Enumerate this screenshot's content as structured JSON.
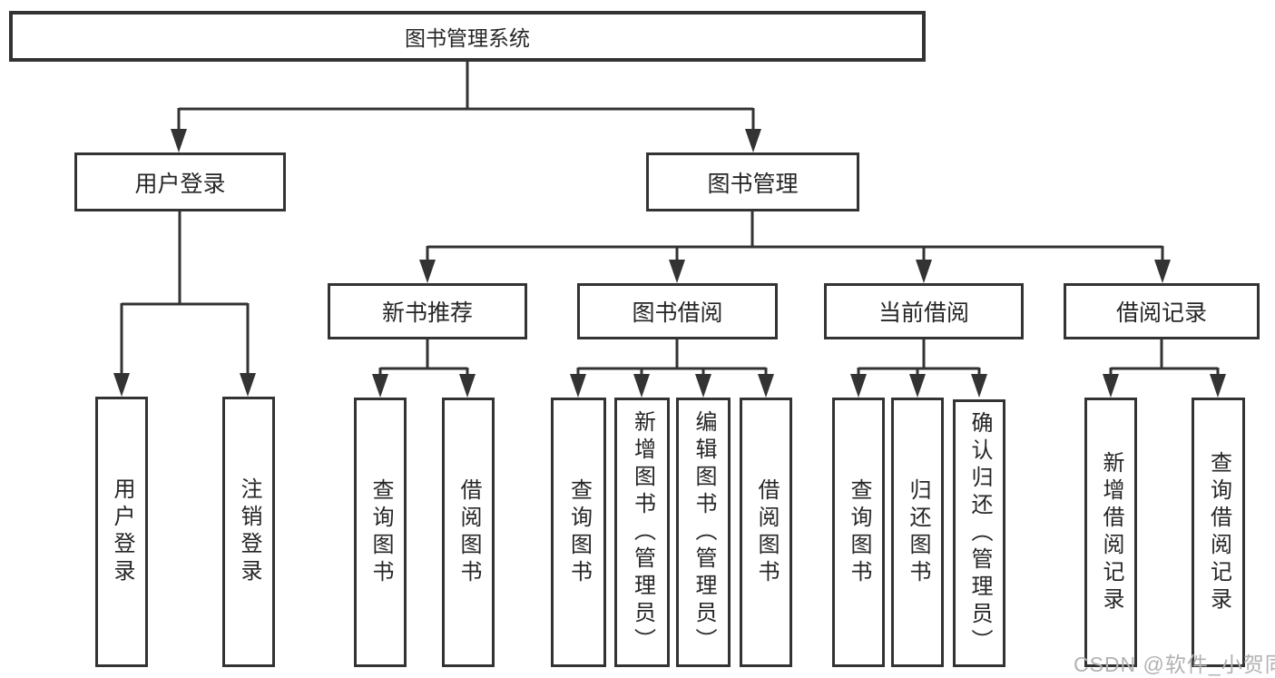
{
  "diagram": {
    "title": "图书管理系统",
    "watermark": "CSDN @软件_小贺同学",
    "colors": {
      "line": "#333333",
      "box_border": "#333333",
      "text": "#262626",
      "watermark": "#b2b2b2",
      "background": "#ffffff"
    }
  },
  "nodes": {
    "root": {
      "label": "图书管理系统"
    },
    "level2": [
      {
        "label": "用户登录"
      },
      {
        "label": "图书管理"
      }
    ],
    "level3": [
      {
        "label": "新书推荐"
      },
      {
        "label": "图书借阅"
      },
      {
        "label": "当前借阅"
      },
      {
        "label": "借阅记录"
      }
    ],
    "leaves": {
      "user": [
        {
          "label": "用户登录"
        },
        {
          "label": "注销登录"
        }
      ],
      "recommend": [
        {
          "label": "查询图书"
        },
        {
          "label": "借阅图书"
        }
      ],
      "borrow": [
        {
          "label": "查询图书"
        },
        {
          "label": "新增图书（管理员）"
        },
        {
          "label": "编辑图书（管理员）"
        },
        {
          "label": "借阅图书"
        }
      ],
      "current": [
        {
          "label": "查询图书"
        },
        {
          "label": "归还图书"
        },
        {
          "label": "确认归还（管理员）"
        }
      ],
      "records": [
        {
          "label": "新增借阅记录"
        },
        {
          "label": "查询借阅记录"
        }
      ]
    }
  }
}
